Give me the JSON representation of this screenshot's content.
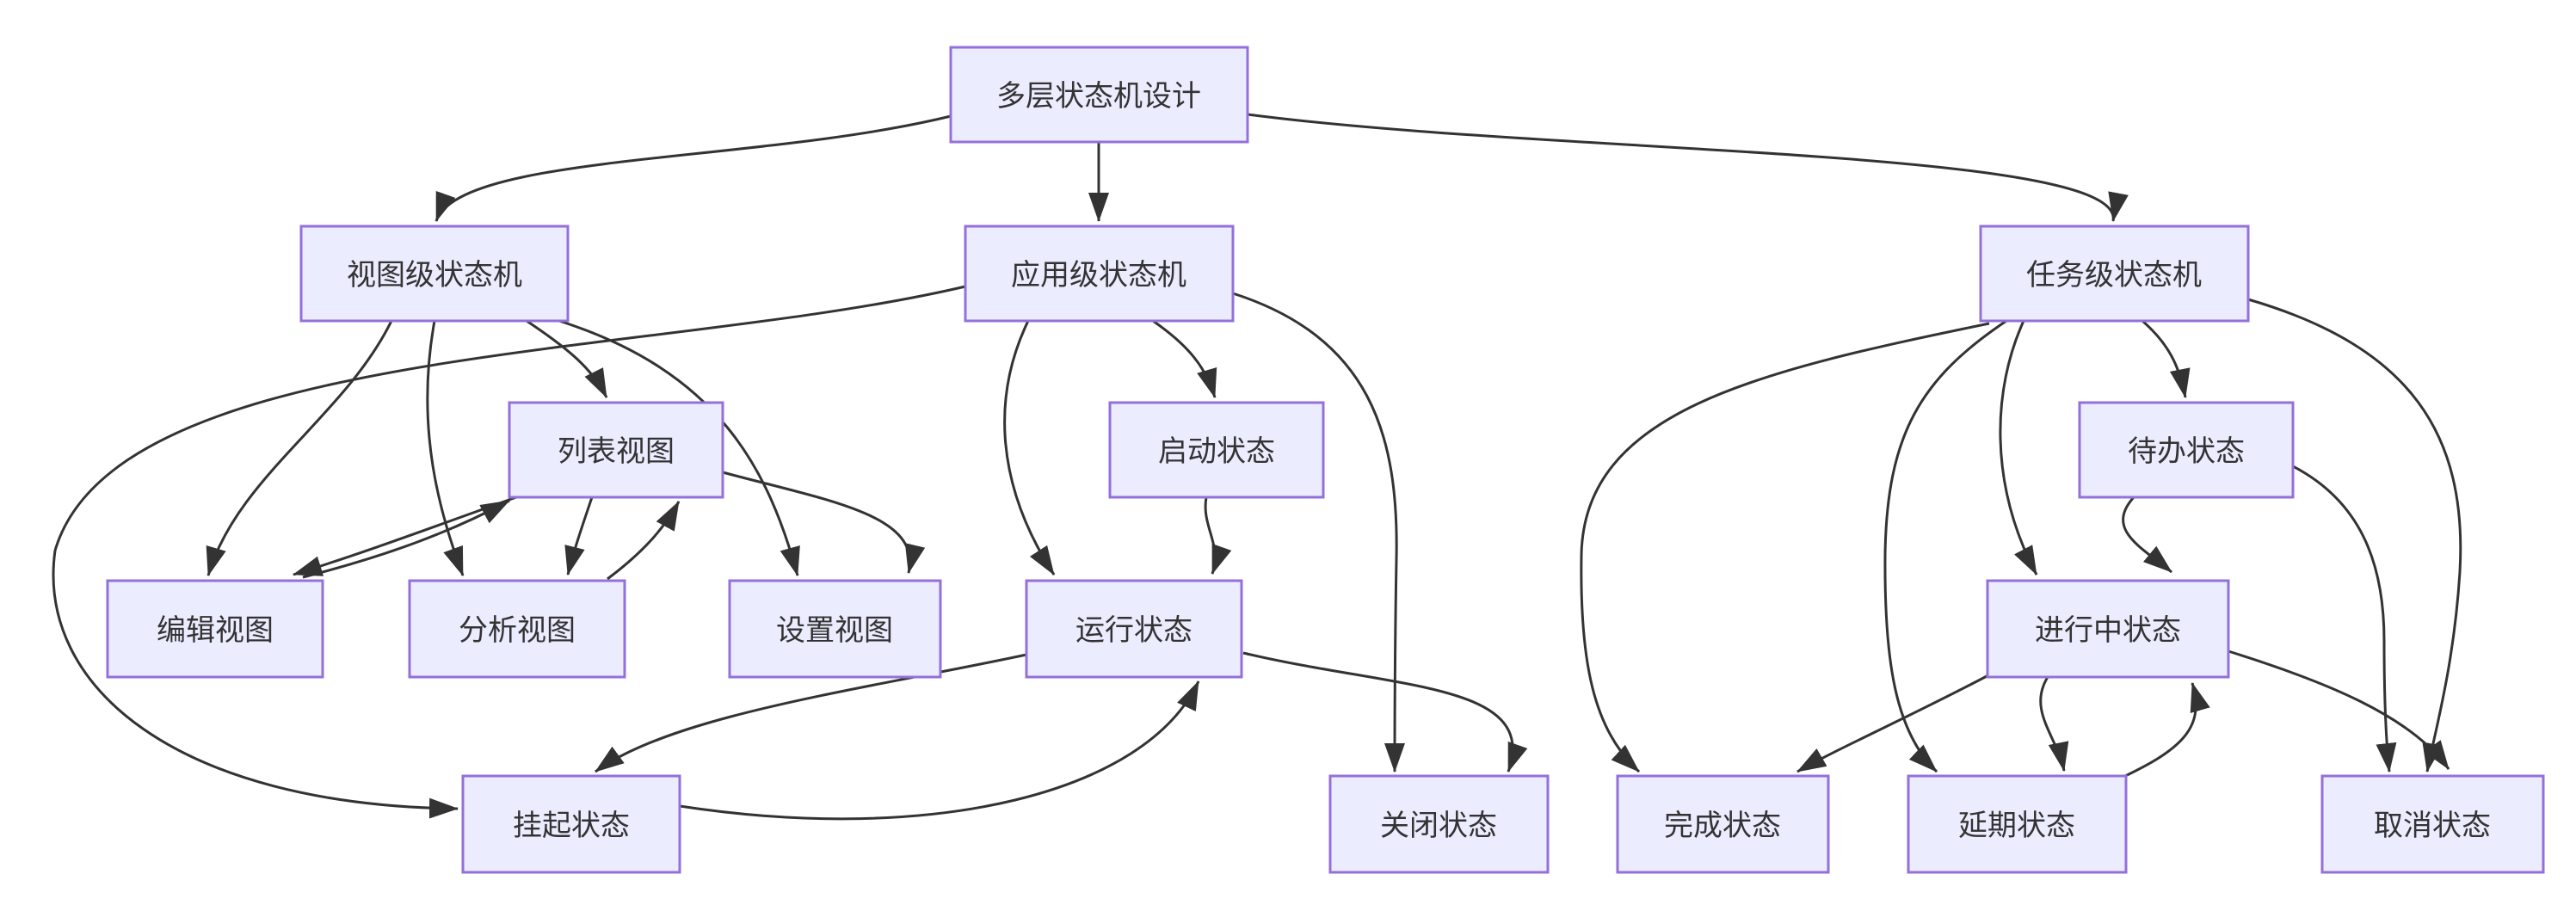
{
  "diagram": {
    "type": "flowchart",
    "direction": "top-down",
    "colors": {
      "background": "#ffffff",
      "node_fill": "#ECECFF",
      "node_border": "#9370DB",
      "edge": "#333333",
      "text": "#333333"
    },
    "nodes": {
      "root": {
        "label": "多层状态机设计"
      },
      "view": {
        "label": "视图级状态机"
      },
      "app": {
        "label": "应用级状态机"
      },
      "task": {
        "label": "任务级状态机"
      },
      "list": {
        "label": "列表视图"
      },
      "start": {
        "label": "启动状态"
      },
      "todo": {
        "label": "待办状态"
      },
      "edit": {
        "label": "编辑视图"
      },
      "analysis": {
        "label": "分析视图"
      },
      "settings": {
        "label": "设置视图"
      },
      "run": {
        "label": "运行状态"
      },
      "inprog": {
        "label": "进行中状态"
      },
      "suspend": {
        "label": "挂起状态"
      },
      "close": {
        "label": "关闭状态"
      },
      "done": {
        "label": "完成状态"
      },
      "delay": {
        "label": "延期状态"
      },
      "cancel": {
        "label": "取消状态"
      }
    },
    "edges": [
      {
        "from": "root",
        "to": "view"
      },
      {
        "from": "root",
        "to": "app"
      },
      {
        "from": "root",
        "to": "task"
      },
      {
        "from": "view",
        "to": "list"
      },
      {
        "from": "view",
        "to": "edit"
      },
      {
        "from": "view",
        "to": "analysis"
      },
      {
        "from": "view",
        "to": "settings"
      },
      {
        "from": "list",
        "to": "edit"
      },
      {
        "from": "edit",
        "to": "list"
      },
      {
        "from": "list",
        "to": "analysis"
      },
      {
        "from": "analysis",
        "to": "list"
      },
      {
        "from": "list",
        "to": "settings"
      },
      {
        "from": "app",
        "to": "start"
      },
      {
        "from": "app",
        "to": "run"
      },
      {
        "from": "app",
        "to": "suspend"
      },
      {
        "from": "app",
        "to": "close"
      },
      {
        "from": "start",
        "to": "run"
      },
      {
        "from": "run",
        "to": "suspend"
      },
      {
        "from": "suspend",
        "to": "run"
      },
      {
        "from": "run",
        "to": "close"
      },
      {
        "from": "task",
        "to": "todo"
      },
      {
        "from": "task",
        "to": "inprog"
      },
      {
        "from": "task",
        "to": "done"
      },
      {
        "from": "task",
        "to": "delay"
      },
      {
        "from": "task",
        "to": "cancel"
      },
      {
        "from": "todo",
        "to": "inprog"
      },
      {
        "from": "todo",
        "to": "cancel"
      },
      {
        "from": "inprog",
        "to": "done"
      },
      {
        "from": "inprog",
        "to": "delay"
      },
      {
        "from": "delay",
        "to": "inprog"
      },
      {
        "from": "inprog",
        "to": "cancel"
      }
    ]
  }
}
